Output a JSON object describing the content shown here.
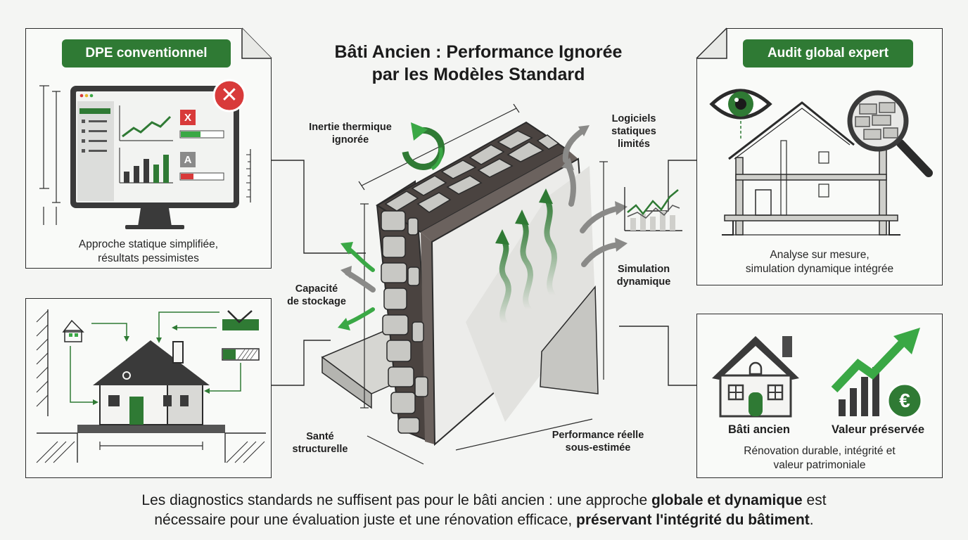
{
  "title": {
    "line1": "Bâti Ancien : Performance Ignorée",
    "line2": "par les Modèles Standard"
  },
  "left_top_panel": {
    "badge": "DPE conventionnel",
    "caption_line1": "Approche statique simplifiée,",
    "caption_line2": "résultats pessimistes",
    "grade_high": "X",
    "grade_low": "A"
  },
  "right_top_panel": {
    "badge": "Audit global expert",
    "caption_line1": "Analyse sur mesure,",
    "caption_line2": "simulation dynamique intégrée"
  },
  "right_bottom_panel": {
    "item1": "Bâti ancien",
    "item2": "Valeur préservée",
    "caption_line1": "Rénovation durable, intégrité et",
    "caption_line2": "valeur patrimoniale",
    "currency_symbol": "€"
  },
  "wall_labels": {
    "inertia": {
      "line1": "Inertie thermique",
      "line2": "ignorée"
    },
    "software": {
      "line1": "Logiciels",
      "line2": "statiques",
      "line3": "limités"
    },
    "storage": {
      "line1": "Capacité",
      "line2": "de stockage"
    },
    "simulation": {
      "line1": "Simulation",
      "line2": "dynamique"
    },
    "health": {
      "line1": "Santé",
      "line2": "structurelle"
    },
    "performance": {
      "line1": "Performance réelle",
      "line2": "sous-estimée"
    }
  },
  "footer": {
    "line1_a": "Les diagnostics standards ne suffisent pas pour le bâti ancien : une approche ",
    "line1_b": "globale et dynamique",
    "line1_c": " est",
    "line2_a": "nécessaire pour une évaluation juste et une rénovation efficace, ",
    "line2_b": "préservant l'intégrité du bâtiment",
    "line2_c": "."
  },
  "colors": {
    "accent_green": "#2f7a34",
    "bright_green": "#3aa845",
    "alert_red": "#d83a3a",
    "stone": "#c8c8c4",
    "mortar": "#4a4340"
  },
  "icons": [
    "close-icon",
    "eye-icon",
    "magnifier-icon",
    "house-icon",
    "growth-arrow-icon",
    "euro-icon",
    "cycle-arrow-icon"
  ]
}
